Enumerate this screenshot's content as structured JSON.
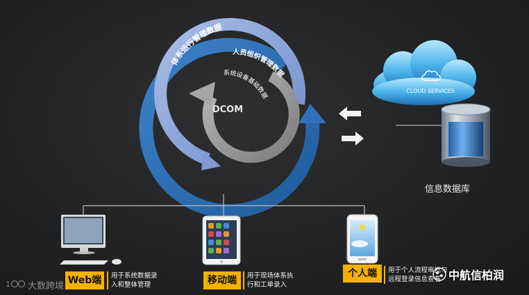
{
  "center_label": "DCOM",
  "rings": {
    "outer": "体系运行管理数据",
    "middle": "人员组织管理数据",
    "inner": "系统设备基础数据"
  },
  "cloud_label": "CLOUD SERVICES",
  "database_label": "信息数据库",
  "clients": [
    {
      "title": "Web端",
      "desc_line1": "用于系统数据录",
      "desc_line2": "入和整体管理"
    },
    {
      "title": "移动端",
      "desc_line1": "用于现场体系执",
      "desc_line2": "行和工单录入"
    },
    {
      "title": "个人端",
      "desc_line1": "用于个人流程审批与",
      "desc_line2": "远程登录信息查看"
    }
  ],
  "brand": "中航信柏润",
  "watermark": "大数跨境",
  "colors": {
    "outer_ring": "#2e6fb4",
    "middle_ring": "#8aa4d6",
    "inner_ring": "#9a9a9a",
    "label_bg": "#f2b200"
  }
}
